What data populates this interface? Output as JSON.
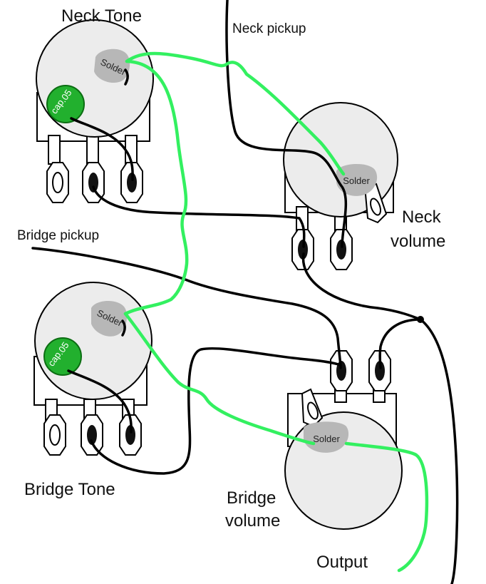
{
  "labels": {
    "neck_tone": "Neck Tone",
    "neck_pickup": "Neck pickup",
    "neck_volume_line1": "Neck",
    "neck_volume_line2": "volume",
    "bridge_pickup": "Bridge pickup",
    "bridge_tone": "Bridge Tone",
    "bridge_volume_line1": "Bridge",
    "bridge_volume_line2": "volume",
    "output": "Output"
  },
  "solder_label": "Solder",
  "cap": {
    "line1": ".05",
    "line2": "cap"
  },
  "colors": {
    "ground_wire": "#33f060",
    "signal_wire": "#000000",
    "capacitor": "#22b02e",
    "solder": "#b7b7b7",
    "pot_body": "#ececec"
  }
}
